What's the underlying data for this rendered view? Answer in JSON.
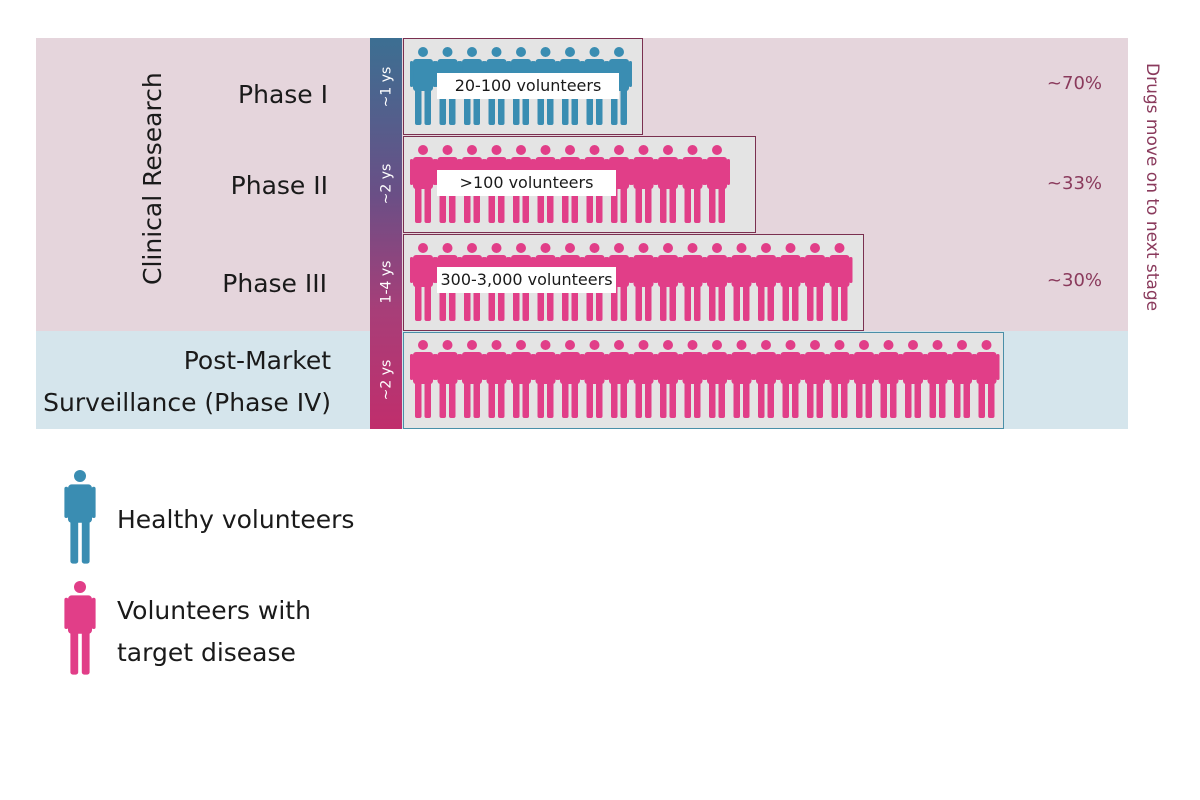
{
  "colors": {
    "healthy": "#3a8db2",
    "disease": "#e13e88",
    "clinical_band": "#e5d5dc",
    "post_band": "#d5e5ec",
    "note": "#8a3a5c"
  },
  "section_label": "Clinical Research",
  "phases": [
    {
      "label": "Phase I",
      "duration": "~1 ys",
      "volunteers": "20-100 volunteers",
      "percent": "~70%",
      "people_count": 9,
      "group": "healthy"
    },
    {
      "label": "Phase II",
      "duration": "~2 ys",
      "volunteers": ">100 volunteers",
      "percent": "~33%",
      "people_count": 13,
      "group": "disease"
    },
    {
      "label": "Phase III",
      "duration": "1-4 ys",
      "volunteers": "300-3,000 volunteers",
      "percent": "~30%",
      "people_count": 18,
      "group": "disease"
    },
    {
      "label_line1": "Post-Market",
      "label_line2": "Surveillance (Phase IV)",
      "duration": "~2 ys",
      "people_count": 24,
      "group": "disease"
    }
  ],
  "side_note": "Drugs move on to next stage",
  "legend": {
    "healthy": "Healthy volunteers",
    "disease_line1": "Volunteers with",
    "disease_line2": "target disease"
  }
}
